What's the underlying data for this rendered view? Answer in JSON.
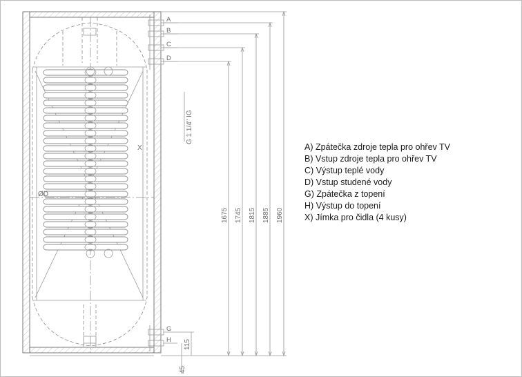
{
  "connections": [
    "A",
    "B",
    "C",
    "D",
    "G",
    "H",
    "X"
  ],
  "dimensions": [
    "1675",
    "1745",
    "1815",
    "1885",
    "1960",
    "115",
    "45"
  ],
  "thread_label": "G 1 1/4\" IG",
  "diameter_label": "ØD",
  "legend": [
    "A) Zpátečka zdroje tepla pro ohřev TV",
    "B) Vstup zdroje tepla pro ohřev TV",
    "C) Výstup teplé vody",
    "D) Vstup studené vody",
    "G) Zpátečka z topení",
    "H) Výstup do topení",
    "X) Jímka pro čidla (4 kusy)"
  ]
}
